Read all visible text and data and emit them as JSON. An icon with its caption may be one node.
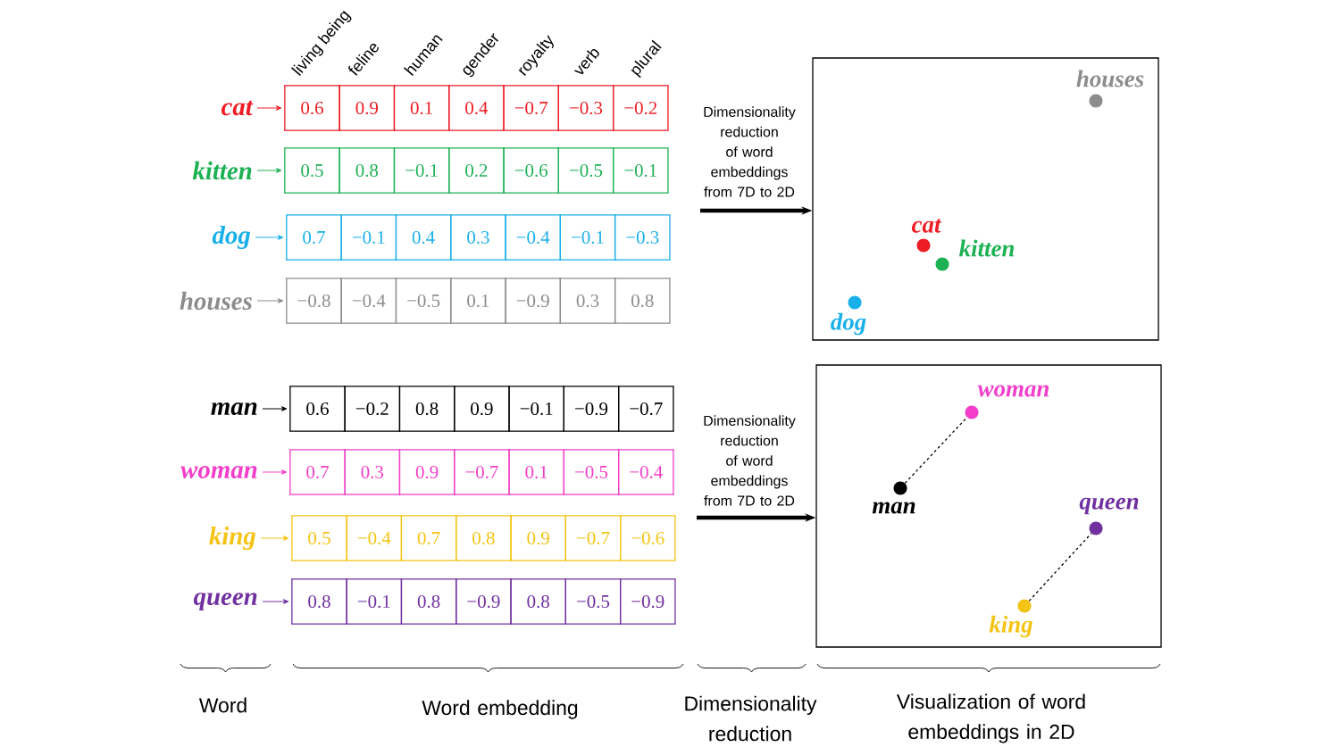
{
  "diagram": {
    "nodes": [
      {
        "text": [
          "cat"
        ]
      },
      {
        "text": [
          "0.6",
          "0.9",
          "0.1",
          "0.4",
          "−0.7",
          "−0.3",
          "−0.2"
        ]
      },
      {
        "text": [
          "kitten"
        ]
      },
      {
        "text": [
          "0.5",
          "0.8",
          "−0.1",
          "0.2",
          "−0.6",
          "−0.5",
          "−0.1"
        ]
      },
      {
        "text": [
          "dog"
        ]
      },
      {
        "text": [
          "0.7",
          "−0.1",
          "0.4",
          "0.3",
          "−0.4",
          "−0.1",
          "−0.3"
        ]
      },
      {
        "text": [
          "houses"
        ]
      },
      {
        "text": [
          "−0.8",
          "−0.4",
          "−0.5",
          "0.1",
          "−0.9",
          "0.3",
          "0.8"
        ]
      },
      {
        "text": [
          "man"
        ]
      },
      {
        "text": [
          "0.6",
          "−0.2",
          "0.8",
          "0.9",
          "−0.1",
          "−0.9",
          "−0.7"
        ]
      },
      {
        "text": [
          "woman"
        ]
      },
      {
        "text": [
          "0.7",
          "0.3",
          "0.9",
          "−0.7",
          "0.1",
          "−0.5",
          "−0.4"
        ]
      },
      {
        "text": [
          "king"
        ]
      },
      {
        "text": [
          "0.5",
          "−0.4",
          "0.7",
          "0.8",
          "0.9",
          "−0.7",
          "−0.6"
        ]
      },
      {
        "text": [
          "queen"
        ]
      },
      {
        "text": [
          "0.8",
          "−0.1",
          "0.8",
          "−0.9",
          "0.8",
          "−0.5",
          "−0.9"
        ]
      },
      {
        "text": [],
        "shape": "box"
      },
      {
        "text": [],
        "shape": "circle",
        "in": 16,
        "beside": [
          "houses"
        ]
      },
      {
        "text": [],
        "shape": "circle",
        "in": 16,
        "beside": [
          "cat"
        ]
      },
      {
        "text": [],
        "shape": "circle",
        "in": 16,
        "beside": [
          "kitten"
        ]
      },
      {
        "text": [],
        "shape": "circle",
        "in": 16,
        "beside": [
          "dog"
        ]
      },
      {
        "text": [],
        "shape": "box"
      },
      {
        "text": [],
        "shape": "circle",
        "in": 21,
        "beside": [
          "woman"
        ]
      },
      {
        "text": [],
        "shape": "circle",
        "in": 21,
        "beside": [
          "man"
        ]
      },
      {
        "text": [],
        "shape": "circle",
        "in": 21,
        "beside": [
          "queen"
        ]
      },
      {
        "text": [],
        "shape": "circle",
        "in": 21,
        "beside": [
          "king"
        ]
      }
    ],
    "edges": [
      {
        "from": 0,
        "to": 1,
        "arrow": "to",
        "color": "#ee1c25"
      },
      {
        "from": 2,
        "to": 3,
        "arrow": "to",
        "color": "#1db154"
      },
      {
        "from": 4,
        "to": 5,
        "arrow": "to",
        "color": "#19b0ea"
      },
      {
        "from": 6,
        "to": 7,
        "arrow": "to",
        "color": "#8c8c8c"
      },
      {
        "from": 8,
        "to": 9,
        "arrow": "to"
      },
      {
        "from": 10,
        "to": 11,
        "arrow": "to",
        "color": "#f23ec8"
      },
      {
        "from": 12,
        "to": 13,
        "arrow": "to",
        "color": "#f5c314"
      },
      {
        "from": 14,
        "to": 15,
        "arrow": "to",
        "color": "#7030a0"
      },
      {
        "from": null,
        "to": 16,
        "arrow": "to",
        "style": "thick",
        "label": "Dimensionality reduction of word embeddings from 7D to 2D"
      },
      {
        "from": null,
        "to": 21,
        "arrow": "to",
        "style": "thick",
        "label": "Dimensionality reduction of word embeddings from 7D to 2D"
      },
      {
        "from": 23,
        "to": 22,
        "arrow": "none",
        "style": "dashed"
      },
      {
        "from": 25,
        "to": 24,
        "arrow": "none",
        "style": "dashed"
      }
    ],
    "labels": [
      "living being",
      "feline",
      "human",
      "gender",
      "royalty",
      "verb",
      "plural",
      "Word",
      "Word embedding",
      "Dimensionality reduction",
      "Visualization of word embeddings  in 2D"
    ]
  }
}
